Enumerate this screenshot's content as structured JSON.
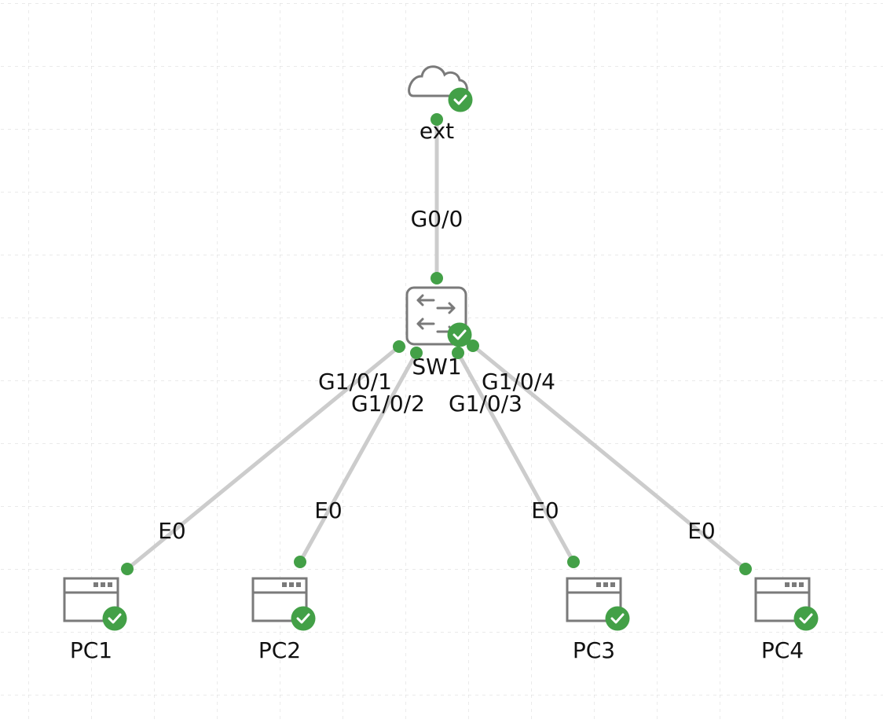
{
  "colors": {
    "link": "#cccccc",
    "endpoint": "#43a047",
    "icon": "#7a7a7a",
    "status": "#43a047",
    "grid": "#dddddd"
  },
  "nodes": [
    {
      "id": "ext",
      "label": "ext",
      "kind": "cloud",
      "status": "ok"
    },
    {
      "id": "sw1",
      "label": "SW1",
      "kind": "switch",
      "status": "ok"
    },
    {
      "id": "pc1",
      "label": "PC1",
      "kind": "pc",
      "status": "ok"
    },
    {
      "id": "pc2",
      "label": "PC2",
      "kind": "pc",
      "status": "ok"
    },
    {
      "id": "pc3",
      "label": "PC3",
      "kind": "pc",
      "status": "ok"
    },
    {
      "id": "pc4",
      "label": "PC4",
      "kind": "pc",
      "status": "ok"
    }
  ],
  "links": [
    {
      "from": "ext",
      "to": "sw1",
      "from_port": "",
      "to_port": "G0/0"
    },
    {
      "from": "sw1",
      "to": "pc1",
      "from_port": "G1/0/1",
      "to_port": "E0"
    },
    {
      "from": "sw1",
      "to": "pc2",
      "from_port": "G1/0/2",
      "to_port": "E0"
    },
    {
      "from": "sw1",
      "to": "pc3",
      "from_port": "G1/0/3",
      "to_port": "E0"
    },
    {
      "from": "sw1",
      "to": "pc4",
      "from_port": "G1/0/4",
      "to_port": "E0"
    }
  ]
}
